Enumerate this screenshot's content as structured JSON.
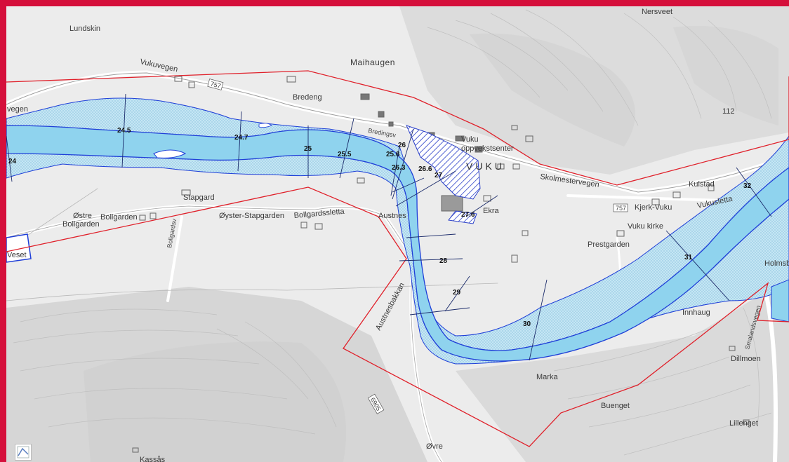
{
  "colors": {
    "frame": "#d50f3b",
    "river": "#8fd3ee",
    "river_outline": "#1f3fd8",
    "floodplain": "#bfe3f2",
    "boundary": "#e0202a",
    "road": "#ffffff"
  },
  "places": {
    "lundskin": "Lundskin",
    "vukuvegen": "Vukuvegen",
    "maihaugen": "Maihaugen",
    "nersveet": "Nersveet",
    "bredeng": "Bredeng",
    "bredingsv": "Bredingsv",
    "vuku_oppvekst": "Vuku",
    "oppvekstsenter": "oppvekstsenter",
    "vuku": "VUKU",
    "skolmestervegen": "Skolmestervegen",
    "kulstad": "Kulstad",
    "kjerk_vuku": "Kjerk-Vuku",
    "vukusletta": "Vukusletta",
    "vuku_kirke": "Vuku kirke",
    "prestgarden": "Prestgarden",
    "holmsb": "Holmsb",
    "innhaug": "Innhaug",
    "smalandsvegen": "Smalandsvegen",
    "dillmoen": "Dillmoen",
    "lillenget": "Lillenget",
    "buenget": "Buenget",
    "marka": "Marka",
    "ovre": "Øvre",
    "kassas": "Kassås",
    "austnesbakkan": "Austnesbakkan",
    "austnes": "Austnes",
    "ekra": "Ekra",
    "stapgard": "Stapgard",
    "ostre": "Østre",
    "bollgarden": "Bollgarden",
    "bollgarden2": "Bollgarden",
    "oyster_stapgarden": "Øyster-Stapgarden",
    "bollgardssletta": "Bollgardssletta",
    "bollgardsv": "Bollgardsv",
    "veset": "Veset",
    "vegen": "vegen",
    "num112": "112",
    "road757a": "757",
    "road757b": "757",
    "road6905": "6905"
  },
  "cross_sections": [
    "24",
    "24.5",
    "24.7",
    "25",
    "25.5",
    "25.6",
    "26",
    "26.3",
    "26.6",
    "27",
    "27.6",
    "28",
    "29",
    "30",
    "31",
    "32"
  ]
}
